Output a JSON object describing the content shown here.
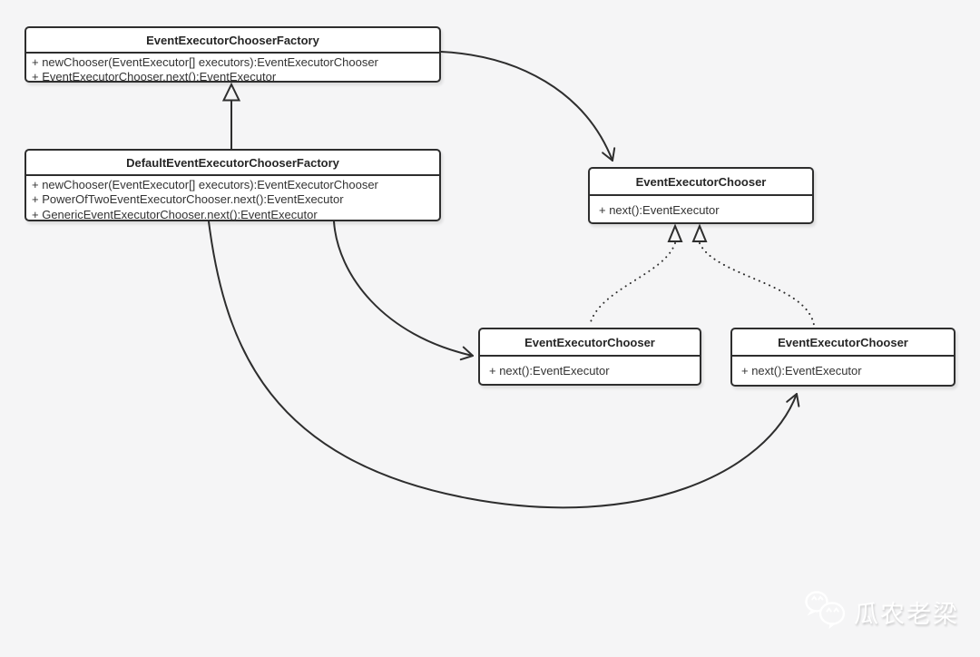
{
  "diagram": {
    "kind": "uml-class-diagram",
    "colors": {
      "background": "#f5f5f6",
      "box_fill": "#ffffff",
      "stroke": "#2e2e2e",
      "watermark": "#ffffff"
    }
  },
  "classes": [
    {
      "id": "event-executor-chooser-factory",
      "title": "EventExecutorChooserFactory",
      "methods": [
        "+ newChooser(EventExecutor[] executors):EventExecutorChooser",
        "+ EventExecutorChooser.next():EventExecutor"
      ]
    },
    {
      "id": "default-event-executor-chooser-factory",
      "title": "DefaultEventExecutorChooserFactory",
      "methods": [
        "+ newChooser(EventExecutor[] executors):EventExecutorChooser",
        "+ PowerOfTwoEventExecutorChooser.next():EventExecutor",
        "+ GenericEventExecutorChooser.next():EventExecutor"
      ]
    },
    {
      "id": "event-executor-chooser-interface",
      "title": "EventExecutorChooser",
      "methods": [
        "+ next():EventExecutor"
      ]
    },
    {
      "id": "event-executor-chooser-impl-left",
      "title": "EventExecutorChooser",
      "methods": [
        "+ next():EventExecutor"
      ]
    },
    {
      "id": "event-executor-chooser-impl-right",
      "title": "EventExecutorChooser",
      "methods": [
        "+ next():EventExecutor"
      ]
    }
  ],
  "relationships": [
    {
      "from": "DefaultEventExecutorChooserFactory",
      "to": "EventExecutorChooserFactory",
      "type": "generalization",
      "line": "solid",
      "head": "hollow-triangle"
    },
    {
      "from": "EventExecutorChooserFactory",
      "to": "EventExecutorChooser (interface)",
      "type": "directed-association",
      "line": "solid",
      "head": "open-arrow"
    },
    {
      "from": "EventExecutorChooser (impl left)",
      "to": "EventExecutorChooser (interface)",
      "type": "realization",
      "line": "dotted",
      "head": "hollow-triangle"
    },
    {
      "from": "EventExecutorChooser (impl right)",
      "to": "EventExecutorChooser (interface)",
      "type": "realization",
      "line": "dotted",
      "head": "hollow-triangle"
    },
    {
      "from": "DefaultEventExecutorChooserFactory",
      "to": "EventExecutorChooser (impl left)",
      "type": "directed-association",
      "line": "solid",
      "head": "open-arrow"
    },
    {
      "from": "DefaultEventExecutorChooserFactory",
      "to": "EventExecutorChooser (impl right)",
      "type": "directed-association",
      "line": "solid",
      "head": "open-arrow"
    }
  ],
  "watermark": {
    "text": "瓜农老梁",
    "icon": "wechat-icon"
  }
}
